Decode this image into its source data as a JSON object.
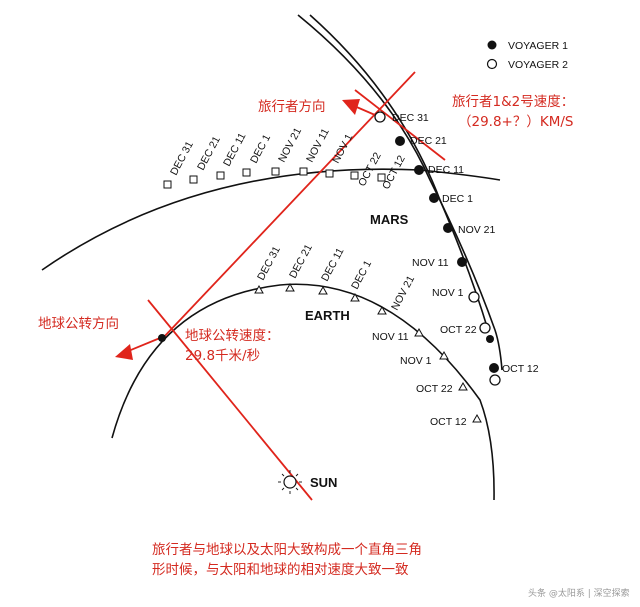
{
  "legend": {
    "voyager1": "VOYAGER 1",
    "voyager2": "VOYAGER 2"
  },
  "planets": {
    "mars": "MARS",
    "earth": "EARTH",
    "sun": "SUN"
  },
  "mars_dates": [
    "DEC 31",
    "DEC 21",
    "DEC 11",
    "DEC 1",
    "NOV 21",
    "NOV 11",
    "NOV 1",
    "OCT 22",
    "OCT 12"
  ],
  "earth_dates": [
    "DEC 31",
    "DEC 21",
    "DEC 11",
    "DEC 1",
    "NOV 21",
    "NOV 11",
    "NOV 1",
    "OCT 22",
    "OCT 12"
  ],
  "voyager_dates": [
    "DEC 31",
    "DEC 21",
    "DEC 11",
    "DEC 1",
    "NOV 21",
    "NOV 11",
    "NOV 1",
    "OCT 22",
    "OCT 12"
  ],
  "annotations": {
    "voyager_direction": "旅行者方向",
    "voyager_speed_title": "旅行者1&2号速度：",
    "voyager_speed_value": "（29.8+？）KM/S",
    "earth_direction": "地球公转方向",
    "earth_speed_title": "地球公转速度：",
    "earth_speed_value": "29.8千米/秒",
    "caption_line1": "旅行者与地球以及太阳大致构成一个直角三角",
    "caption_line2": "形时候，与太阳和地球的相对速度大致一致"
  },
  "watermark": "头条 @太阳系 | 深空探索",
  "colors": {
    "annotation_red": "#d42a20",
    "line_red": "#e0241b",
    "ink": "#111111"
  }
}
